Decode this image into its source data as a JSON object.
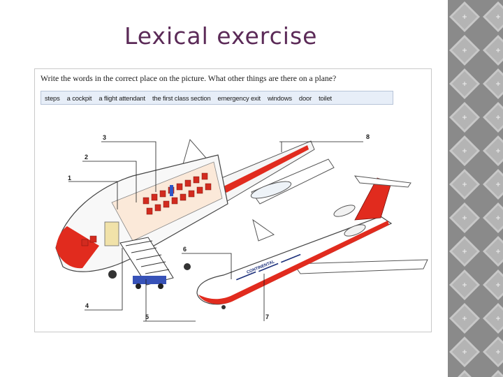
{
  "slide": {
    "title": "Lexical exercise"
  },
  "exercise": {
    "instructions": "Write the words in the correct place on the picture. What other things are there on a plane?",
    "word_bank": [
      "steps",
      "a cockpit",
      "a flight attendant",
      "the first class section",
      "emergency exit",
      "windows",
      "door",
      "toilet"
    ]
  },
  "illustration": {
    "labels": [
      "1",
      "2",
      "3",
      "4",
      "5",
      "6",
      "7",
      "8"
    ],
    "airline_name": "CONTINENTAL"
  },
  "colors": {
    "title": "#5b2a57",
    "fuselage_red": "#e12b1e",
    "seat_red": "#d22b1f",
    "panel_bg": "#8a8a8a"
  }
}
